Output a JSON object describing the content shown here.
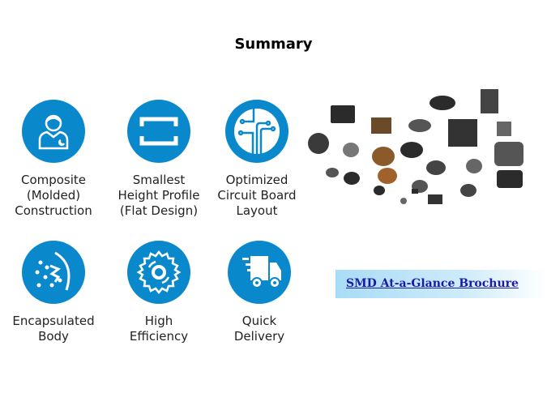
{
  "title": "Summary",
  "features": [
    {
      "icon": "engineer-icon",
      "lines": [
        "Composite",
        "(Molded)",
        "Construction"
      ]
    },
    {
      "icon": "flat-profile-icon",
      "lines": [
        "Smallest",
        "Height Profile",
        "(Flat Design)"
      ]
    },
    {
      "icon": "circuit-board-icon",
      "lines": [
        "Optimized",
        "Circuit Board",
        "Layout"
      ]
    },
    {
      "icon": "encapsulation-icon",
      "lines": [
        "Encapsulated",
        "Body"
      ]
    },
    {
      "icon": "gear-efficiency-icon",
      "lines": [
        "High",
        "Efficiency"
      ]
    },
    {
      "icon": "delivery-truck-icon",
      "lines": [
        "Quick",
        "Delivery"
      ]
    }
  ],
  "brochure_link": "SMD At-a-Glance Brochure",
  "colors": {
    "icon_blue": "#0a88cc",
    "link": "#1a1aa8"
  }
}
